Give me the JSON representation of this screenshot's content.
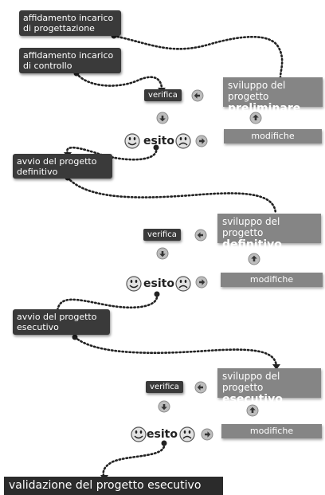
{
  "boxes": {
    "incarico_progettazione": "affidamento incarico di progettazione",
    "incarico_controllo": "affidamento incarico di controllo",
    "avvio_definitivo": "avvio del progetto definitivo",
    "avvio_esecutivo": "avvio del progetto esecutivo"
  },
  "stages": [
    {
      "header": "sviluppo del progetto",
      "phase": "preliminare",
      "modifiche": "modifiche",
      "verifica": "verifica",
      "esito": "esito"
    },
    {
      "header": "sviluppo del progetto",
      "phase": "definitivo",
      "modifiche": "modifiche",
      "verifica": "verifica",
      "esito": "esito"
    },
    {
      "header": "sviluppo del progetto",
      "phase": "esecutivo",
      "modifiche": "modifiche",
      "verifica": "verifica",
      "esito": "esito"
    }
  ],
  "final": "validazione del progetto esecutivo",
  "icons": {
    "arrow": "circle-arrow-icon",
    "happy": "happy-face-icon",
    "sad": "sad-face-icon"
  },
  "colors": {
    "dark_box": "#3a3a3a",
    "grey_box": "#858585",
    "connector": "#222222"
  }
}
